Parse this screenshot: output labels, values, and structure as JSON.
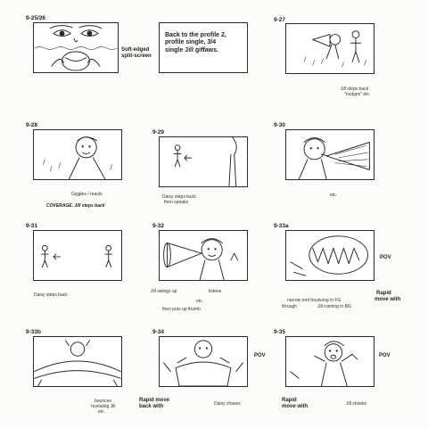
{
  "panels": [
    {
      "id": "9-25/26",
      "notes": [
        "Soft-edged",
        "split-screen"
      ]
    },
    {
      "id": "",
      "caption": "Back to the profile 2, profile single, 3/4 single Jill giffaws."
    },
    {
      "id": "9-27",
      "notes": [
        "Jill steps back",
        "\"nudges\" etc."
      ]
    },
    {
      "id": "9-28",
      "notes": [
        "Giggles / reacts",
        "COVERAGE. Jill steps back"
      ]
    },
    {
      "id": "9-29",
      "notes": [
        "Daisy steps back",
        "then speaks"
      ]
    },
    {
      "id": "9-30",
      "notes": [
        "etc."
      ]
    },
    {
      "id": "9-31",
      "notes": [
        "Daisy steps back"
      ]
    },
    {
      "id": "9-32",
      "notes": [
        "Jill swings up",
        "listens",
        "etc.",
        "then puts up thumb"
      ]
    },
    {
      "id": "9-33a",
      "notes": [
        "POV",
        "Rapid",
        "move with",
        "narrow end bouncing in FG",
        "through",
        "Jill running in BG"
      ]
    },
    {
      "id": "9-33b",
      "notes": [
        "bounces",
        "revealing Jill",
        "etc."
      ]
    },
    {
      "id": "9-34",
      "notes": [
        "POV",
        "Rapid move",
        "back with",
        "Daisy chases"
      ]
    },
    {
      "id": "9-35",
      "notes": [
        "POV",
        "Rapid",
        "move with",
        "Jill shrieks"
      ]
    }
  ]
}
